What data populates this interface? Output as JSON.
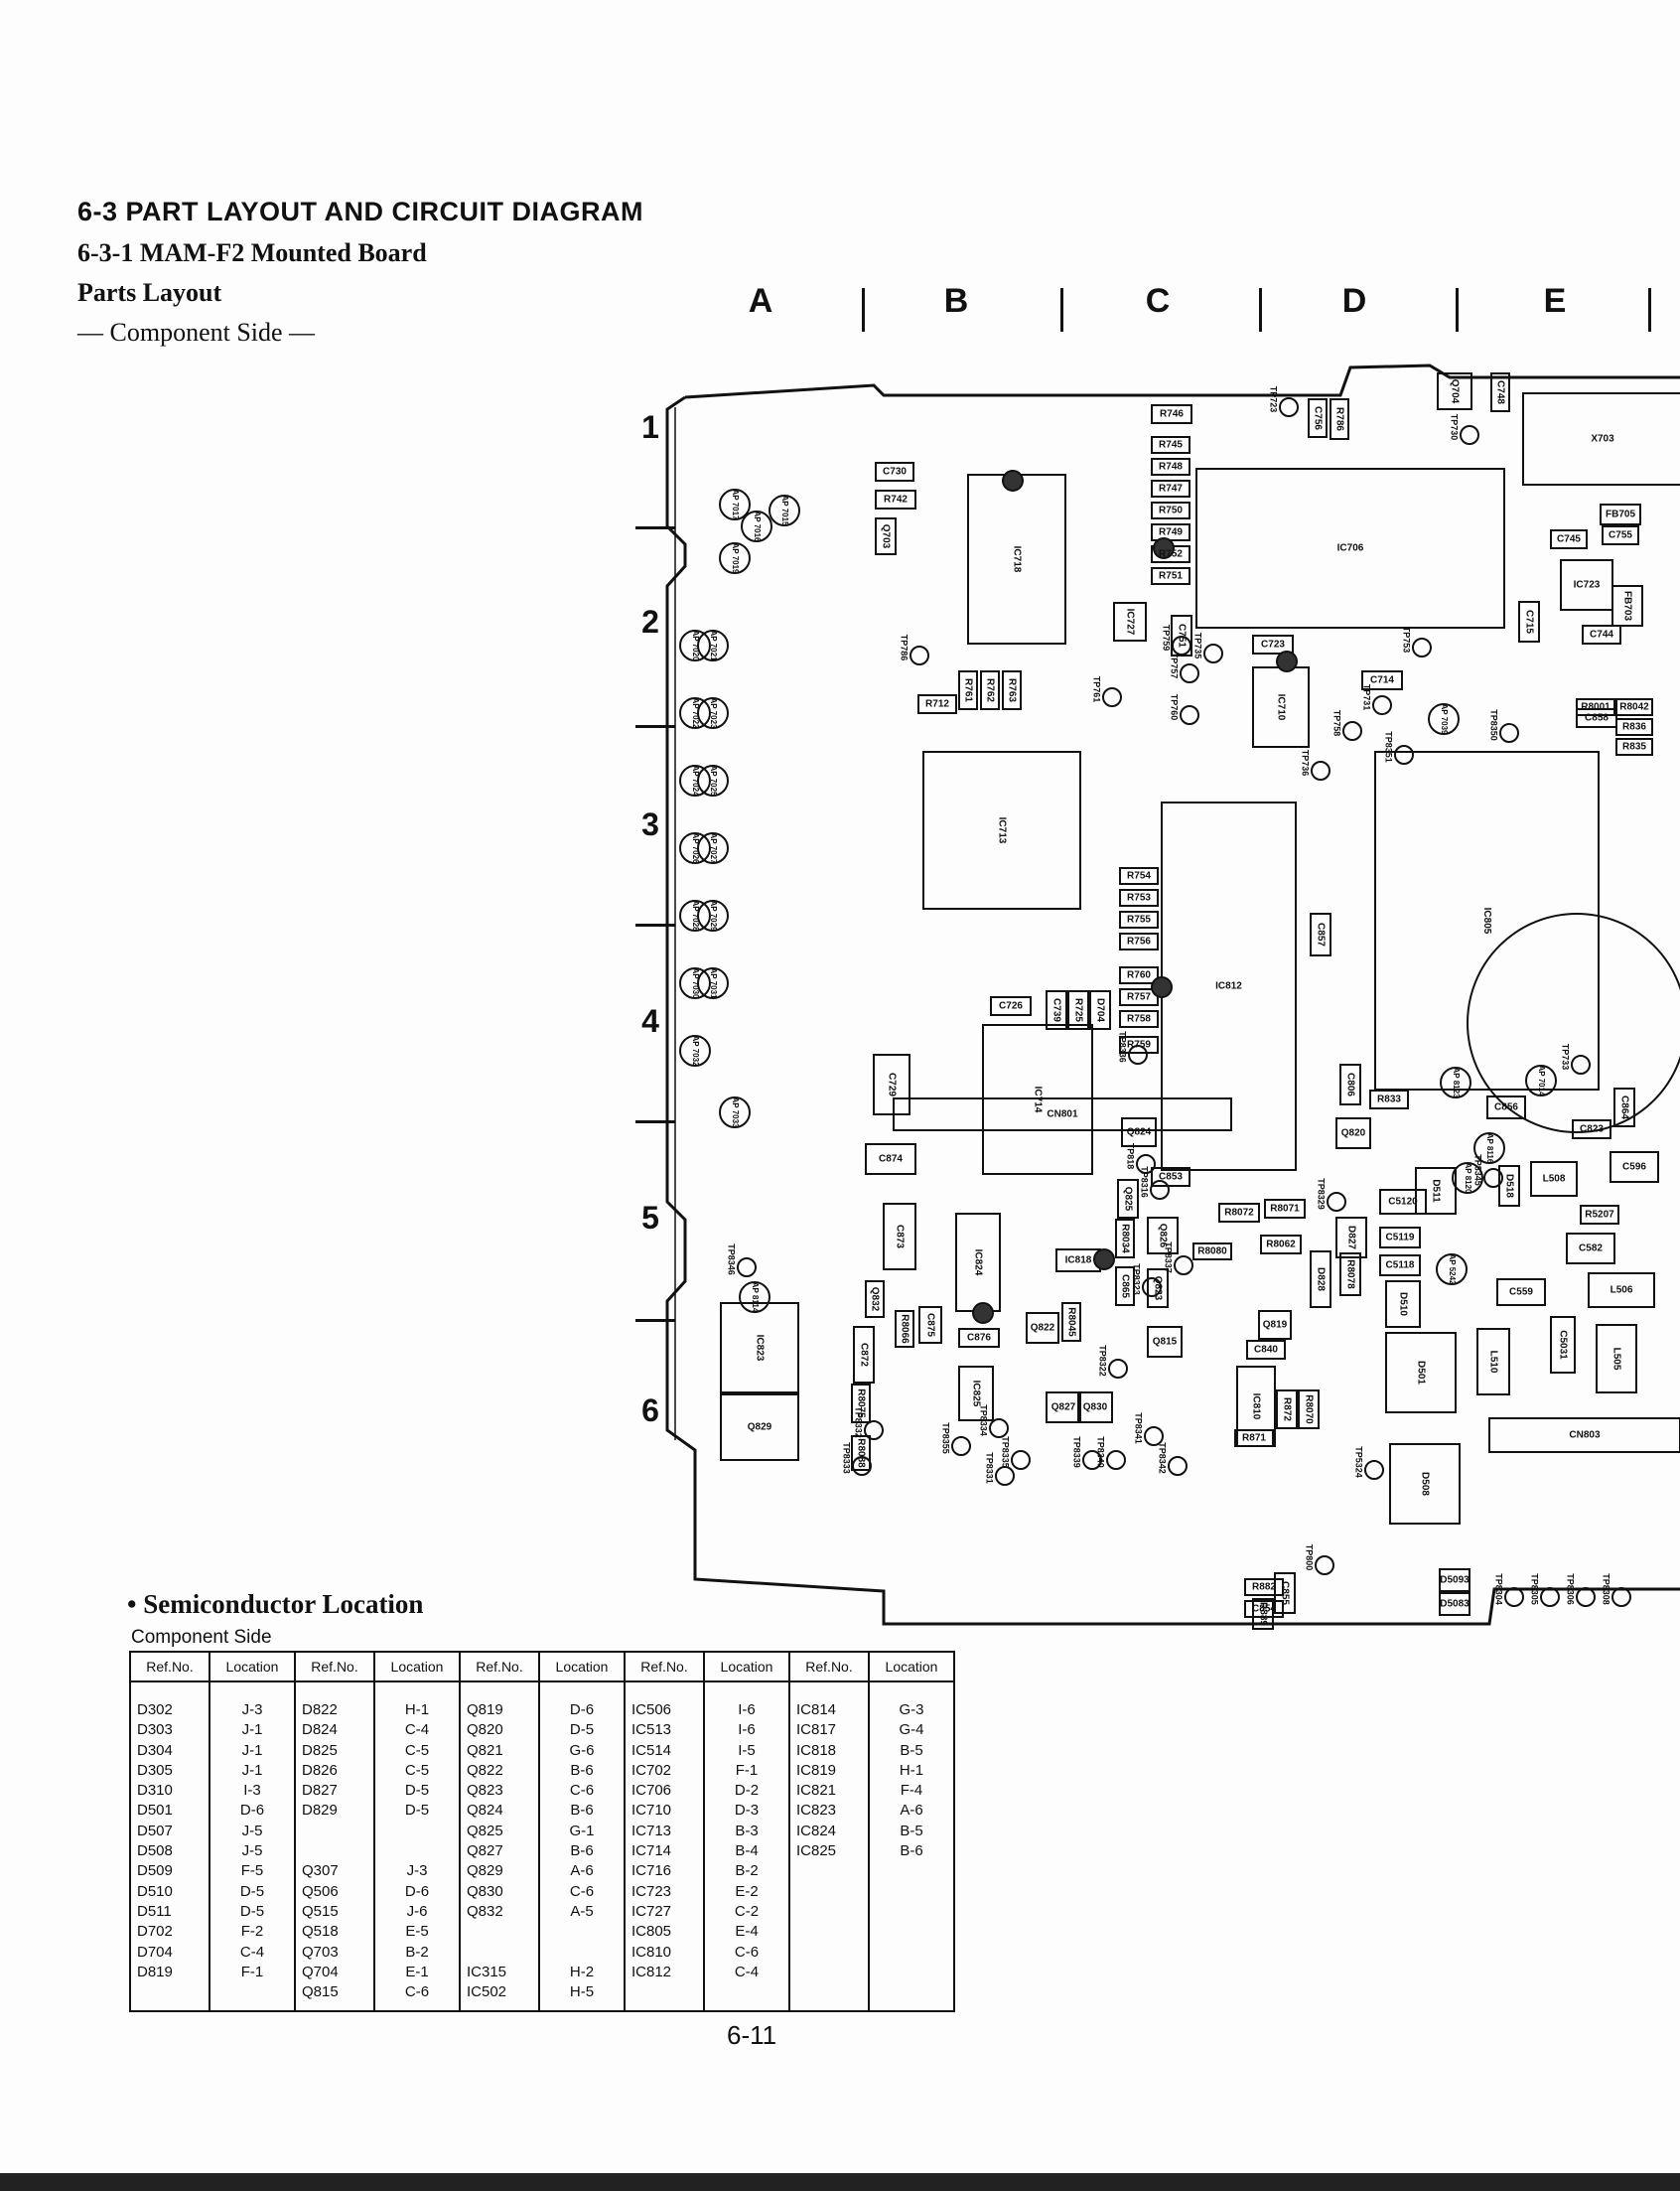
{
  "heading": {
    "section": "6-3 PART LAYOUT AND CIRCUIT DIAGRAM",
    "subsection": "6-3-1  MAM-F2 Mounted Board",
    "parts_layout": "Parts Layout",
    "side": "— Component Side —"
  },
  "grid": {
    "columns": [
      "A",
      "B",
      "C",
      "D",
      "E"
    ],
    "rows": [
      "1",
      "2",
      "3",
      "4",
      "5",
      "6"
    ]
  },
  "board_labels": {
    "ic": [
      "IC718",
      "IC706",
      "IC713",
      "IC812",
      "IC805",
      "IC714",
      "IC824",
      "IC823",
      "IC710",
      "IC723",
      "IC727",
      "IC818",
      "IC825",
      "IC810"
    ],
    "resistors": [
      "R746",
      "R745",
      "R748",
      "R747",
      "R750",
      "R749",
      "R752",
      "R751",
      "R742",
      "R712",
      "R761",
      "R762",
      "R763",
      "R754",
      "R753",
      "R755",
      "R756",
      "R760",
      "R757",
      "R758",
      "R759",
      "R725",
      "R786",
      "R833",
      "R8071",
      "R8072",
      "R8080",
      "R8062",
      "R8078",
      "R8070",
      "R871",
      "R872",
      "R882",
      "R889",
      "R5207",
      "R8001",
      "R8042",
      "R836",
      "R835",
      "R8034",
      "R8045",
      "R8066",
      "R8075",
      "R8088"
    ],
    "capacitors": [
      "C730",
      "C756",
      "C748",
      "C745",
      "C755",
      "C744",
      "C715",
      "C751",
      "C723",
      "C714",
      "C726",
      "C739",
      "C729",
      "C874",
      "C873",
      "C857",
      "C806",
      "C853",
      "C856",
      "C823",
      "C864",
      "C596",
      "C5120",
      "C5119",
      "C5118",
      "C582",
      "C559",
      "C5031",
      "C858",
      "C840",
      "C854",
      "C855",
      "C876",
      "C875",
      "C872",
      "C865"
    ],
    "transistors_diodes": [
      "Q703",
      "Q704",
      "D704",
      "Q824",
      "Q825",
      "Q826",
      "Q823",
      "Q822",
      "Q815",
      "Q819",
      "Q820",
      "Q827",
      "Q830",
      "Q829",
      "Q832",
      "D827",
      "D828",
      "D510",
      "D501",
      "D508",
      "D511",
      "D518",
      "D5093",
      "D5083"
    ],
    "other": [
      "X703",
      "FB705",
      "FB703",
      "L508",
      "L506",
      "L510",
      "L505",
      "CN801",
      "CN803"
    ],
    "test_points": [
      "TP723",
      "TP730",
      "TP786",
      "TP759",
      "TP757",
      "TP760",
      "TP735",
      "TP761",
      "TP753",
      "TP731",
      "TP758",
      "TP736",
      "TP8351",
      "TP8350",
      "TP8336",
      "TP818",
      "TP8316",
      "TP8329",
      "TP8345",
      "TP8337",
      "TP8323",
      "TP8322",
      "TP8346",
      "TP8332",
      "TP8333",
      "TP8334",
      "TP8335",
      "TP8355",
      "TP8331",
      "TP8339",
      "TP8340",
      "TP8341",
      "TP8342",
      "TP733",
      "TP5324",
      "TP800",
      "TP8304",
      "TP8305",
      "TP8306",
      "TP8308"
    ],
    "ap_points": [
      "AP 7017",
      "AP 7016",
      "AP 7015",
      "AP 7019",
      "AP 7020",
      "AP 7021",
      "AP 7022",
      "AP 7023",
      "AP 7024",
      "AP 7025",
      "AP 7026",
      "AP 7027",
      "AP 7028",
      "AP 7029",
      "AP 7030",
      "AP 7031",
      "AP 7032",
      "AP 7033",
      "AP 7039",
      "AP 8114",
      "AP 8123",
      "AP 7014",
      "AP 8116",
      "AP 8120",
      "AP 5242"
    ]
  },
  "semiconductor_location": {
    "title": "• Semiconductor Location",
    "subtitle": "Component Side",
    "header_ref": "Ref.No.",
    "header_loc": "Location",
    "groups": [
      {
        "ref": [
          "D302",
          "D303",
          "D304",
          "D305",
          "D310",
          "D501",
          "D507",
          "D508",
          "D509",
          "D510",
          "D511",
          "D702",
          "D704",
          "D819"
        ],
        "loc": [
          "J-3",
          "J-1",
          "J-1",
          "J-1",
          "I-3",
          "D-6",
          "J-5",
          "J-5",
          "F-5",
          "D-5",
          "D-5",
          "F-2",
          "C-4",
          "F-1"
        ]
      },
      {
        "ref": [
          "D822",
          "D824",
          "D825",
          "D826",
          "D827",
          "D829",
          "",
          "",
          "Q307",
          "Q506",
          "Q515",
          "Q518",
          "Q703",
          "Q704",
          "Q815"
        ],
        "loc": [
          "H-1",
          "C-4",
          "C-5",
          "C-5",
          "D-5",
          "D-5",
          "",
          "",
          "J-3",
          "D-6",
          "J-6",
          "E-5",
          "B-2",
          "E-1",
          "C-6"
        ]
      },
      {
        "ref": [
          "Q819",
          "Q820",
          "Q821",
          "Q822",
          "Q823",
          "Q824",
          "Q825",
          "Q827",
          "Q829",
          "Q830",
          "Q832",
          "",
          "",
          "IC315",
          "IC502"
        ],
        "loc": [
          "D-6",
          "D-5",
          "G-6",
          "B-6",
          "C-6",
          "B-6",
          "G-1",
          "B-6",
          "A-6",
          "C-6",
          "A-5",
          "",
          "",
          "H-2",
          "H-5"
        ]
      },
      {
        "ref": [
          "IC506",
          "IC513",
          "IC514",
          "IC702",
          "IC706",
          "IC710",
          "IC713",
          "IC714",
          "IC716",
          "IC723",
          "IC727",
          "IC805",
          "IC810",
          "IC812"
        ],
        "loc": [
          "I-6",
          "I-6",
          "I-5",
          "F-1",
          "D-2",
          "D-3",
          "B-3",
          "B-4",
          "B-2",
          "E-2",
          "C-2",
          "E-4",
          "C-6",
          "C-4"
        ]
      },
      {
        "ref": [
          "IC814",
          "IC817",
          "IC818",
          "IC819",
          "IC821",
          "IC823",
          "IC824",
          "IC825"
        ],
        "loc": [
          "G-3",
          "G-4",
          "B-5",
          "H-1",
          "F-4",
          "A-6",
          "B-5",
          "B-6"
        ]
      }
    ]
  },
  "page_number": "6-11"
}
